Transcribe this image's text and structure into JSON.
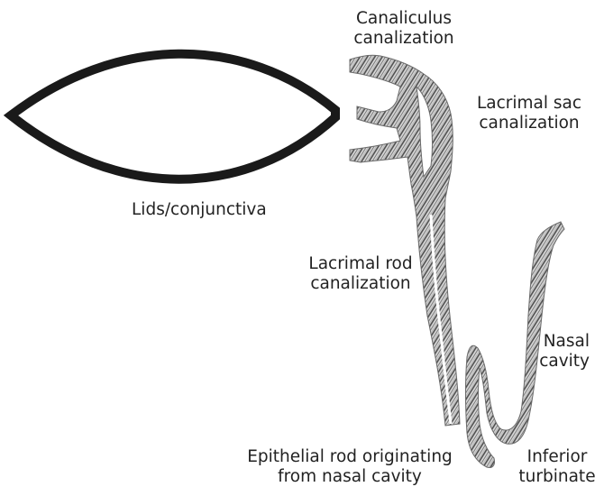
{
  "diagram": {
    "colors": {
      "outline": "#1a1a1a",
      "hatch_dark": "#4a4a4a",
      "hatch_light": "#c8c8c8",
      "text": "#222222"
    },
    "labels": {
      "canaliculus": {
        "line1": "Canaliculus",
        "line2": "canalization"
      },
      "lacrimal_sac": {
        "line1": "Lacrimal sac",
        "line2": "canalization"
      },
      "lids": {
        "line1": "Lids/conjunctiva"
      },
      "lacrimal_rod": {
        "line1": "Lacrimal rod",
        "line2": "canalization"
      },
      "nasal_cavity": {
        "line1": "Nasal",
        "line2": "cavity"
      },
      "epithelial_rod": {
        "line1": "Epithelial rod originating",
        "line2": "from nasal cavity"
      },
      "inferior_turbinate": {
        "line1": "Inferior",
        "line2": "turbinate"
      }
    }
  }
}
